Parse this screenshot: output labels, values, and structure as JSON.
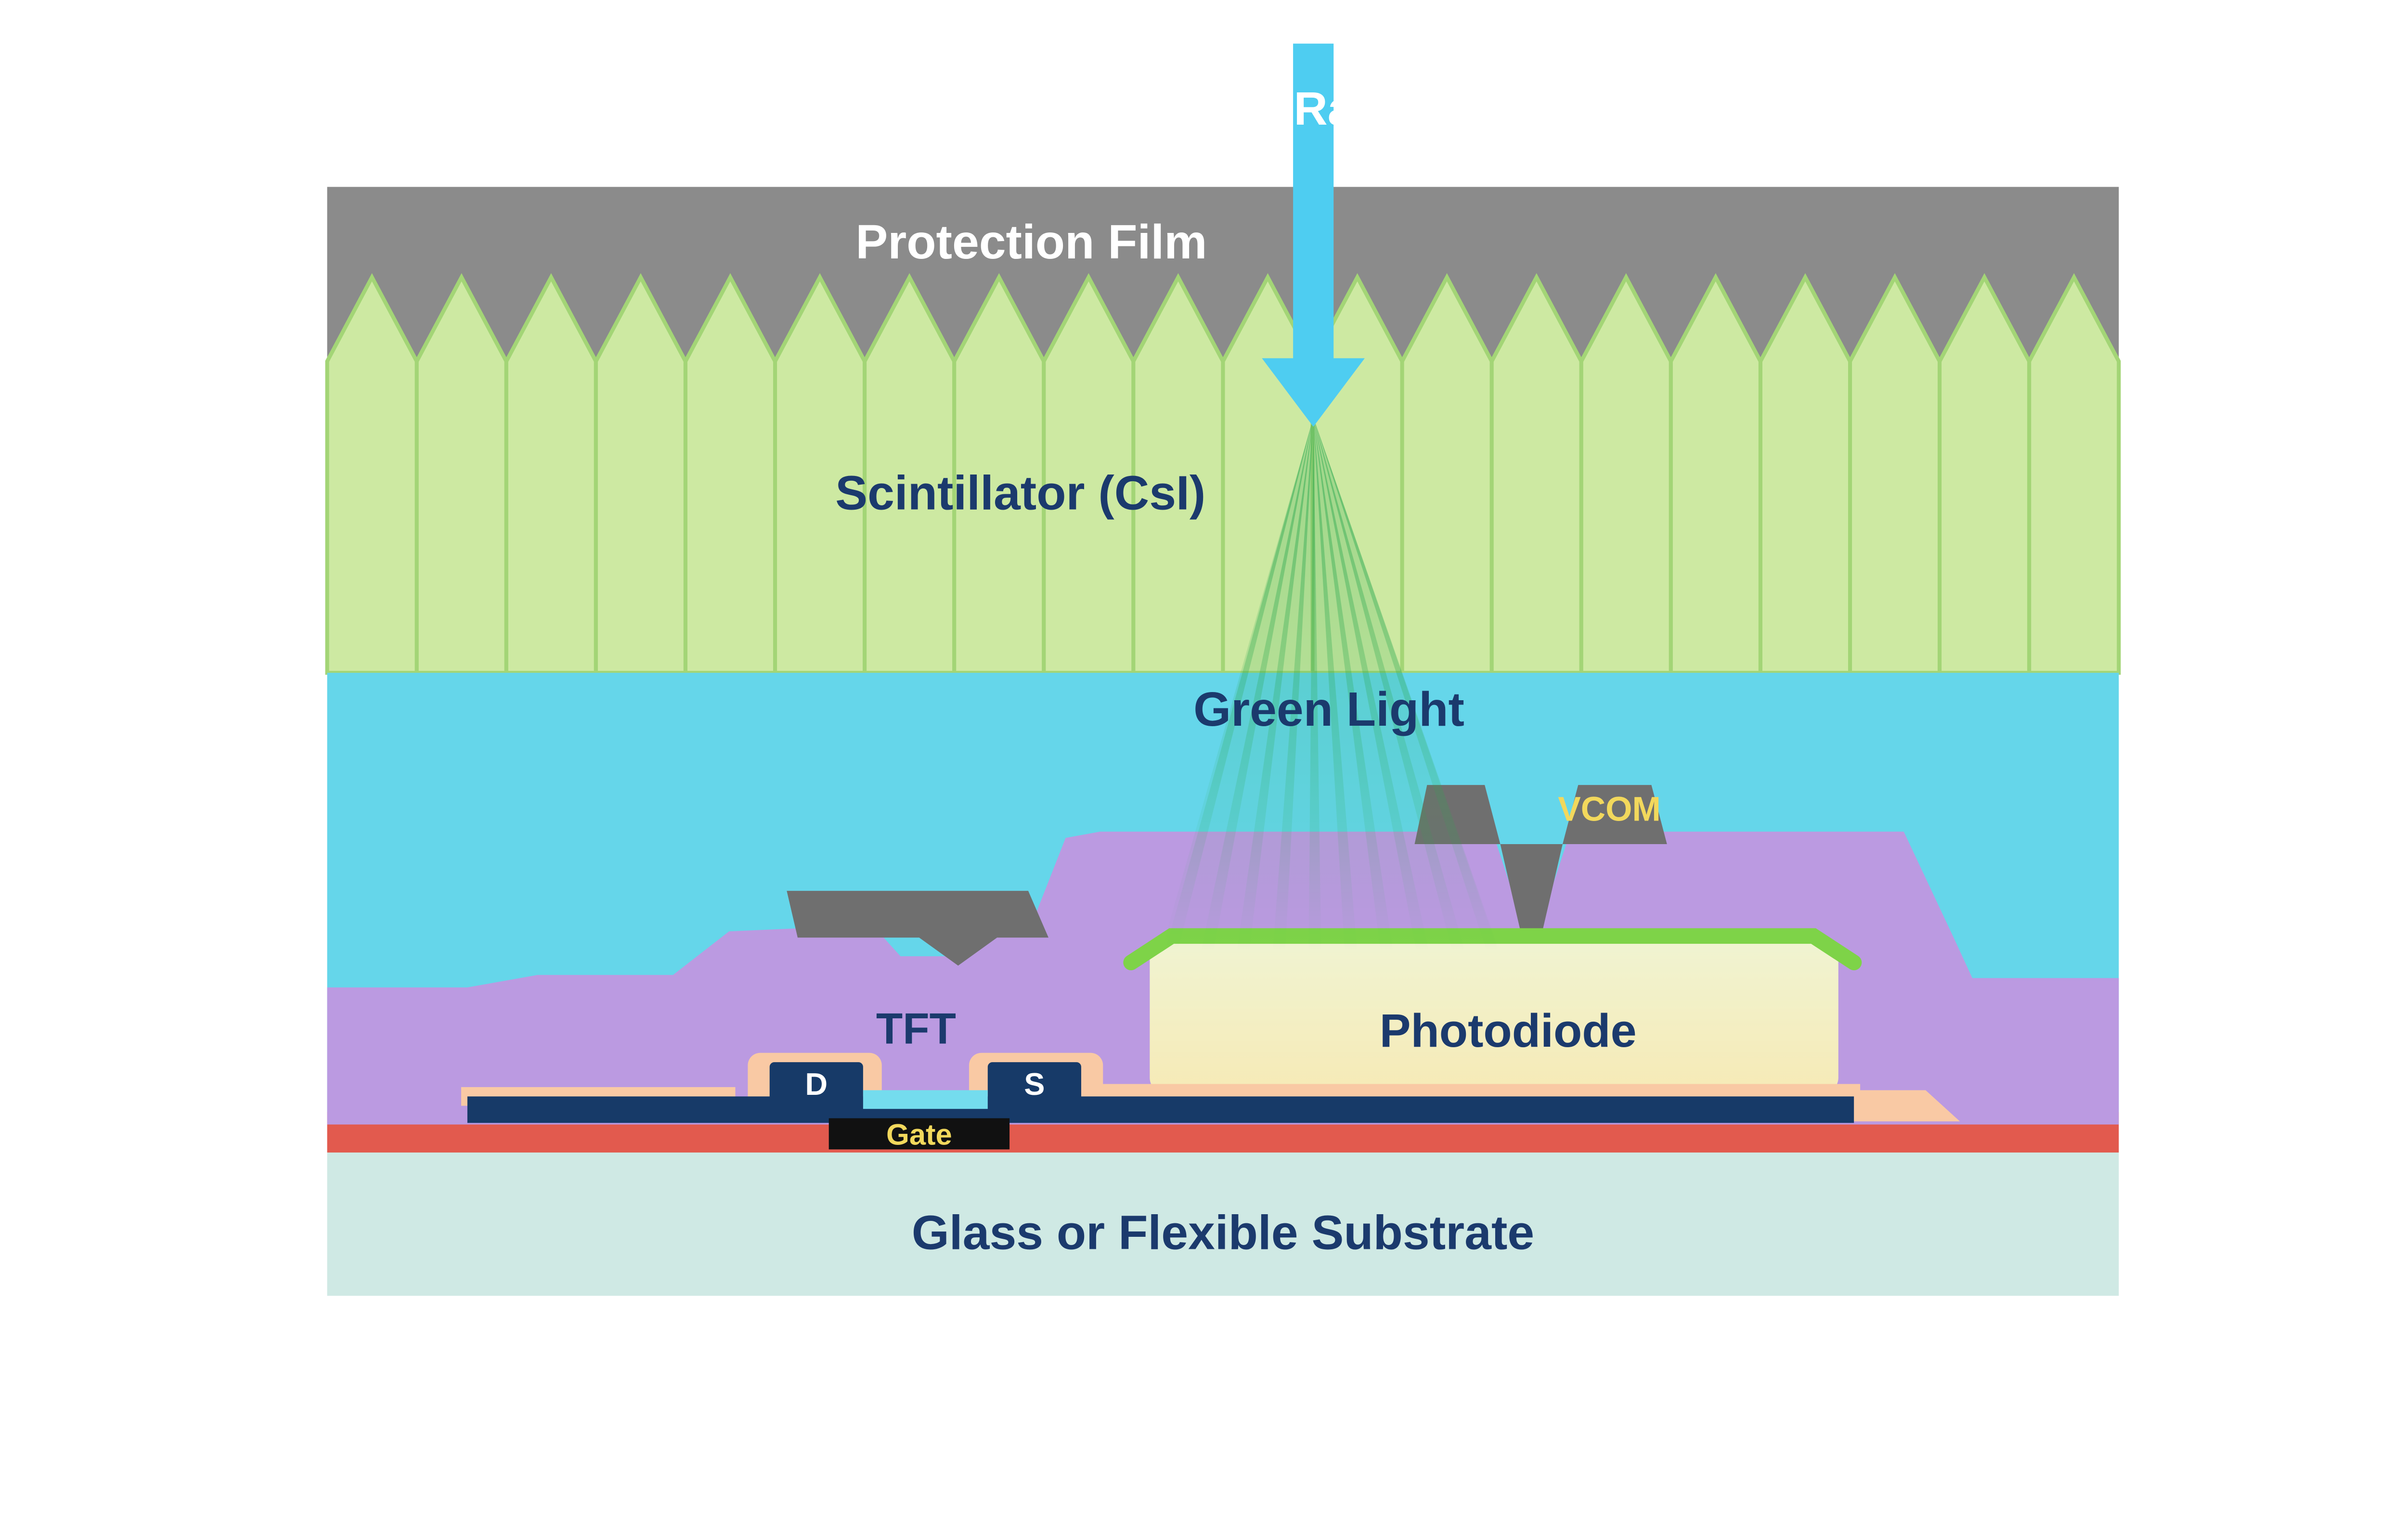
{
  "diagram": {
    "labels": {
      "xray": "X-Ray",
      "protection_film": "Protection Film",
      "scintillator": "Scintillator (CsI)",
      "green_light": "Green Light",
      "vcom": "VCOM",
      "tft": "TFT",
      "drain": "D",
      "source": "S",
      "gate": "Gate",
      "photodiode": "Photodiode",
      "substrate": "Glass or Flexible Substrate"
    },
    "colors": {
      "protection_film": "#8b8b8b",
      "scintillator_fill": "#cde9a2",
      "scintillator_line": "#a3d576",
      "air_gap_cyan": "#65d6ea",
      "xray_arrow": "#4ecdf1",
      "green_light_ray": "#2aa84f",
      "planarization_purple": "#bb9ae1",
      "metal_gray": "#6f6f6f",
      "photodiode_fill_top": "#f0f4d2",
      "photodiode_fill_bottom": "#f6eab6",
      "photodiode_top_contact": "#7ed348",
      "electrode_navy": "#173a68",
      "channel_cyan": "#74dcee",
      "passivation_peach": "#f9c9a4",
      "gate_insulator_red": "#e25a4e",
      "substrate_teal": "#cfe9e4",
      "label_navy": "#1b3a6d",
      "label_yellow": "#f2d85c",
      "label_white": "#ffffff",
      "gate_black": "#111111"
    }
  }
}
